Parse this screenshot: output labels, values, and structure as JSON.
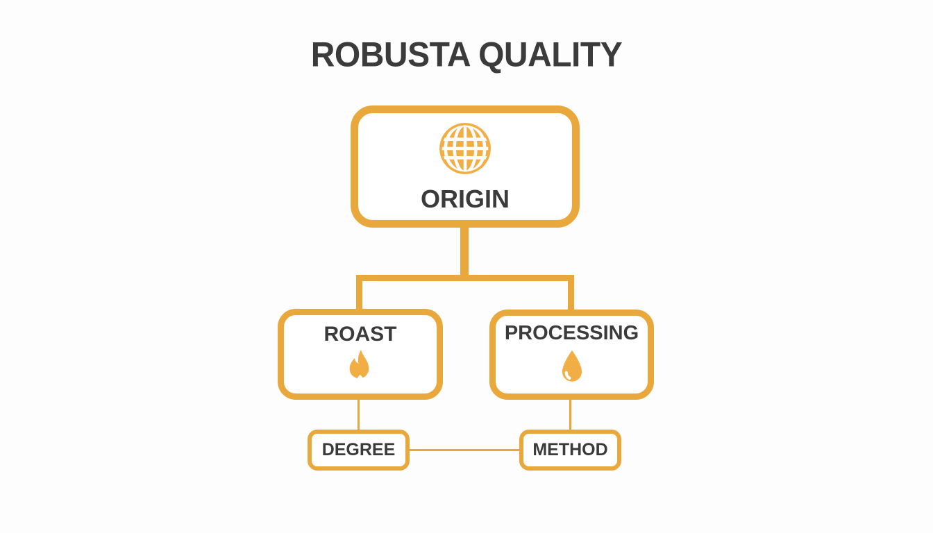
{
  "title": "ROBUSTA QUALITY",
  "colors": {
    "accent": "#E9A83C",
    "icon": "#F0AE44",
    "text": "#3B3B3B",
    "bg": "#FDFDFD"
  },
  "diagram": {
    "root": {
      "label": "ORIGIN",
      "icon": "globe"
    },
    "children": [
      {
        "label": "ROAST",
        "icon": "flame",
        "child": {
          "label": "DEGREE"
        }
      },
      {
        "label": "PROCESSING",
        "icon": "droplet",
        "child": {
          "label": "METHOD"
        }
      }
    ]
  }
}
